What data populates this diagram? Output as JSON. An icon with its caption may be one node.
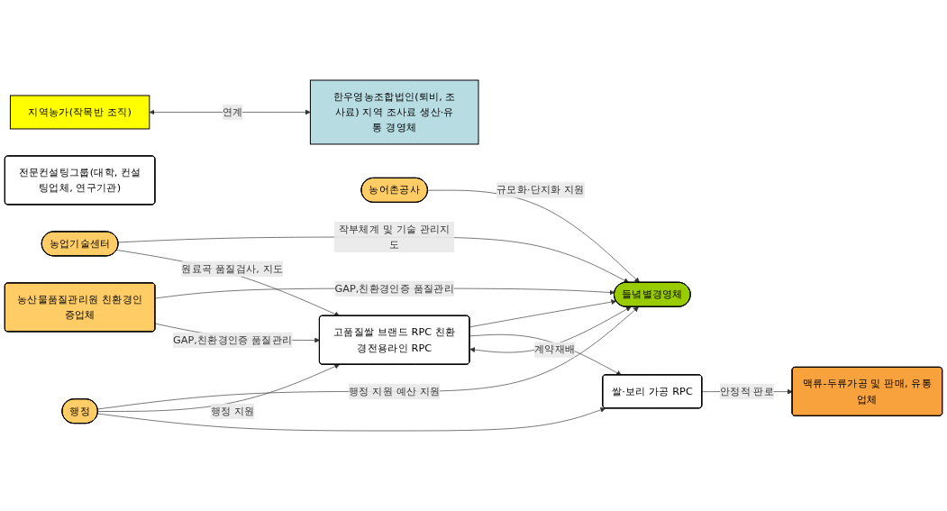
{
  "diagram": {
    "nodes": [
      {
        "text": [
          "쌀·보리 가공 RPC"
        ]
      },
      {
        "text": [
          "맥류-두류가공 및 판매, 유통업체"
        ]
      },
      {
        "text": [
          "농어촌공사"
        ]
      },
      {
        "text": [
          "고품질쌀 브랜드 RPC 친환경전용라인 RPC"
        ]
      },
      {
        "text": [
          "농산물품질관리원 친환경인증업체"
        ]
      },
      {
        "text": [
          "행정"
        ]
      },
      {
        "text": [
          "들녘별경영체"
        ]
      },
      {
        "text": [
          "농업기술센터"
        ]
      },
      {
        "text": [
          "지역농가(작목반 조직)"
        ]
      },
      {
        "text": [
          "한우영농조합법인(퇴비, 조사료) 지역 조사료 생산·유통 경영체"
        ]
      },
      {
        "text": [
          "전문컨설팅그룹(대학, 컨설팅업체, 연구기관)"
        ]
      }
    ],
    "edges": [
      {
        "from": 0,
        "to": 1,
        "arrow": "to",
        "label": "안정적 판로"
      },
      {
        "from": 2,
        "to": 6,
        "arrow": "to",
        "label": "규모화·단지화 지원"
      },
      {
        "from": 5,
        "to": 0,
        "arrow": "to"
      },
      {
        "from": 5,
        "to": 3,
        "arrow": "to",
        "label": "행정 지원"
      },
      {
        "from": 5,
        "to": 6,
        "arrow": "to",
        "label": "행정 지원 예산 지원"
      },
      {
        "from": 4,
        "to": 3,
        "arrow": "to",
        "label": "GAP,친환경인증 품질관리"
      },
      {
        "from": 4,
        "to": 6,
        "arrow": "to",
        "label": "GAP,친환경인증 품질관리"
      },
      {
        "from": 7,
        "to": 3,
        "arrow": "to",
        "label": "원료곡 품질검사, 지도"
      },
      {
        "from": 7,
        "to": 6,
        "arrow": "to",
        "label": "작부체계 및 기술 관리지도"
      },
      {
        "from": 3,
        "to": 6,
        "arrow": "both",
        "label": "계약재배"
      },
      {
        "from": 3,
        "to": 0,
        "arrow": "to"
      },
      {
        "from": 3,
        "to": 6,
        "arrow": "to"
      },
      {
        "from": 8,
        "to": 9,
        "arrow": "both",
        "label": "연계"
      }
    ]
  }
}
